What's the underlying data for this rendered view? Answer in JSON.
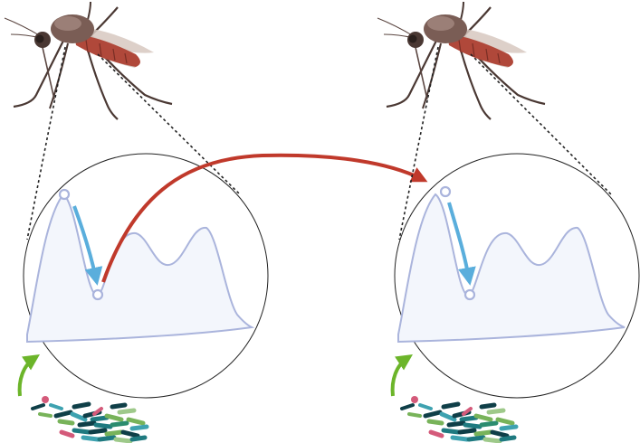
{
  "figure": {
    "panels": [
      {
        "id": "left",
        "has_red_transfer_arrow_out": true
      },
      {
        "id": "right",
        "has_red_transfer_arrow_out": false
      }
    ],
    "colors": {
      "landscape_fill": "#f3f6fc",
      "landscape_stroke": "#aab4dc",
      "blue_arrow": "#5aaedc",
      "red_arrow": "#c0392b",
      "green_arrow": "#6cb52a",
      "circle_stroke": "#222222",
      "mosquito_body": "#6b4e45",
      "mosquito_abdomen": "#b0483a",
      "mosquito_wing": "#d7c8c0",
      "bacteria_teal": "#1f7a80",
      "bacteria_dark": "#0f3f48",
      "bacteria_green": "#78b35a",
      "bacteria_pink": "#d45a7a"
    },
    "icons": [
      "mosquito-icon",
      "bacteria-cluster-icon",
      "fitness-landscape",
      "magnifier-circle"
    ]
  }
}
